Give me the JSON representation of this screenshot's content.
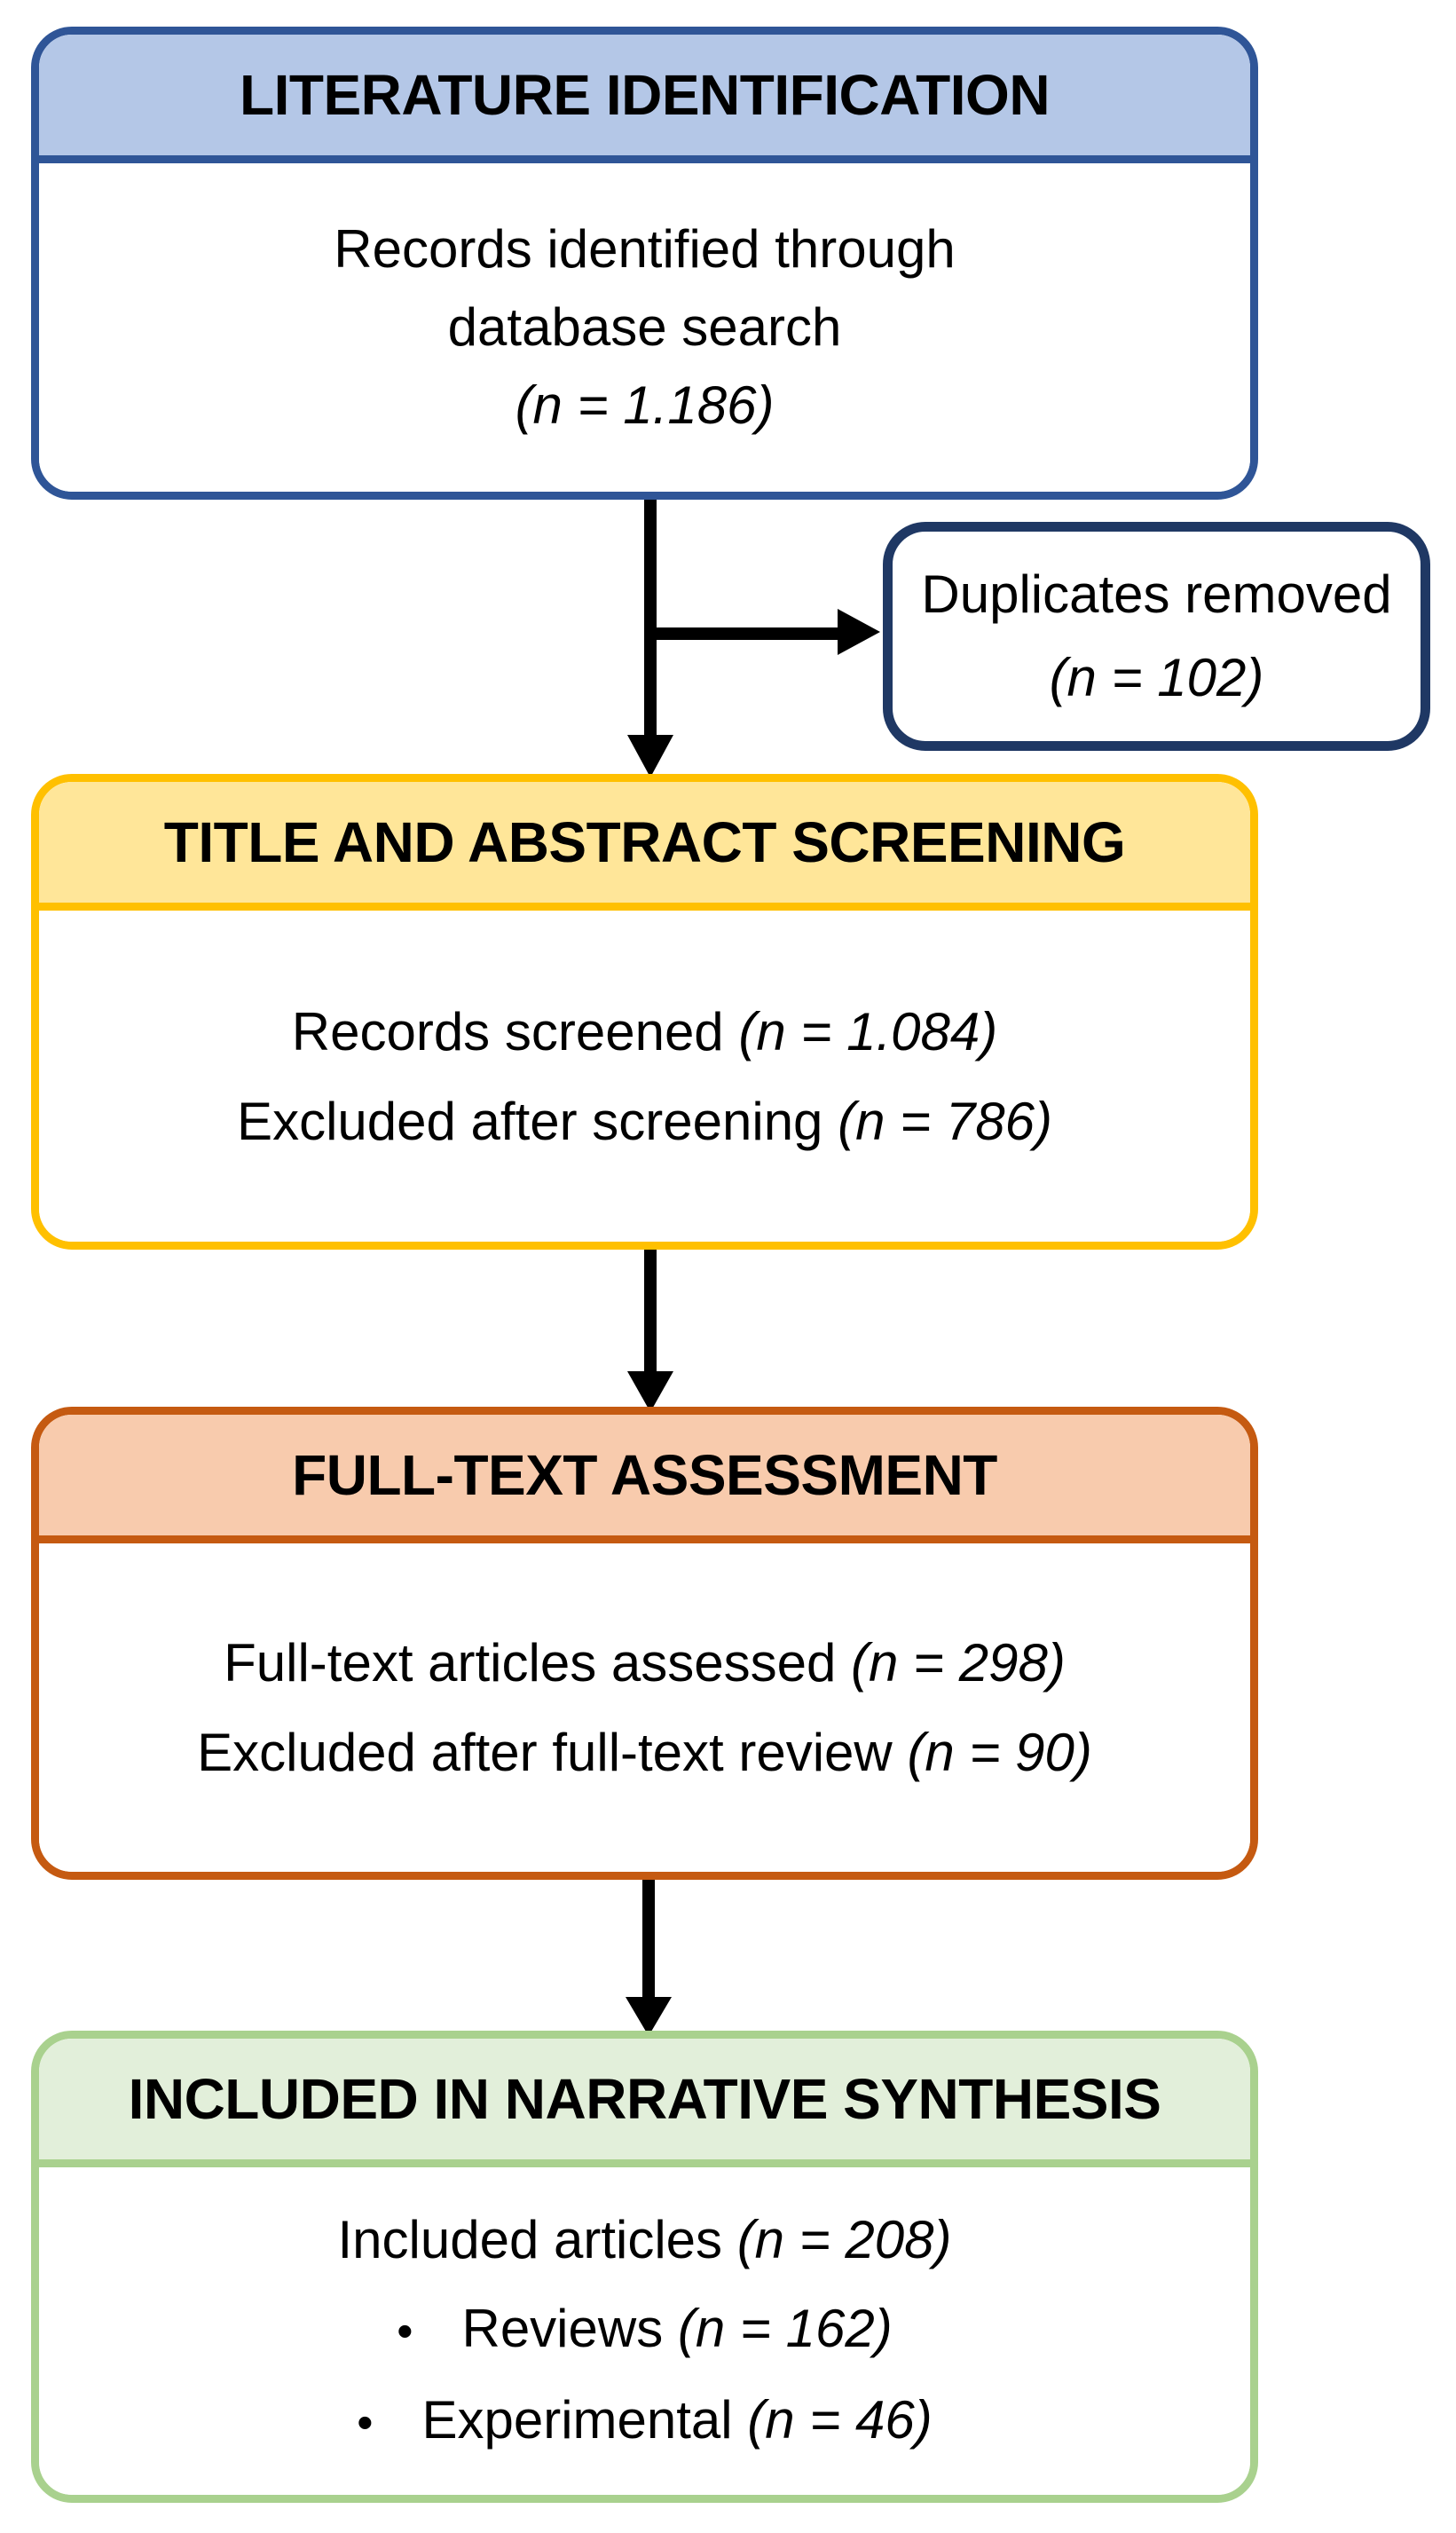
{
  "diagram": {
    "stages": [
      {
        "title": "LITERATURE IDENTIFICATION",
        "lines": [
          {
            "text": "Records identified through",
            "n": ""
          },
          {
            "text": "database search",
            "n": ""
          },
          {
            "text": "",
            "n": "(n = 1.186)"
          }
        ]
      },
      {
        "title": "TITLE AND ABSTRACT SCREENING",
        "lines": [
          {
            "text": "Records screened ",
            "n": "(n = 1.084)"
          },
          {
            "text": "Excluded after screening ",
            "n": "(n = 786)"
          }
        ]
      },
      {
        "title": "FULL-TEXT ASSESSMENT",
        "lines": [
          {
            "text": "Full-text articles assessed ",
            "n": "(n = 298)"
          },
          {
            "text": "Excluded after full-text review ",
            "n": "(n = 90)"
          }
        ]
      },
      {
        "title": "INCLUDED IN NARRATIVE SYNTHESIS",
        "lines": [
          {
            "text": "Included articles ",
            "n": "(n = 208)"
          },
          {
            "bullet": "•",
            "text": "Reviews ",
            "n": "(n = 162)"
          },
          {
            "bullet": "•",
            "text": "Experimental ",
            "n": "(n = 46)"
          }
        ]
      }
    ],
    "side_box": {
      "text": "Duplicates removed",
      "n": "(n = 102)"
    },
    "colors": {
      "identification_border": "#2F5597",
      "identification_fill": "#B4C7E7",
      "screening_border": "#FFC000",
      "screening_fill": "#FFE699",
      "fulltext_border": "#C55A11",
      "fulltext_fill": "#F8CBAD",
      "included_border": "#A9D18E",
      "included_fill": "#E2EFDA",
      "sidebox_border": "#1F3864",
      "arrow": "#000000"
    }
  }
}
